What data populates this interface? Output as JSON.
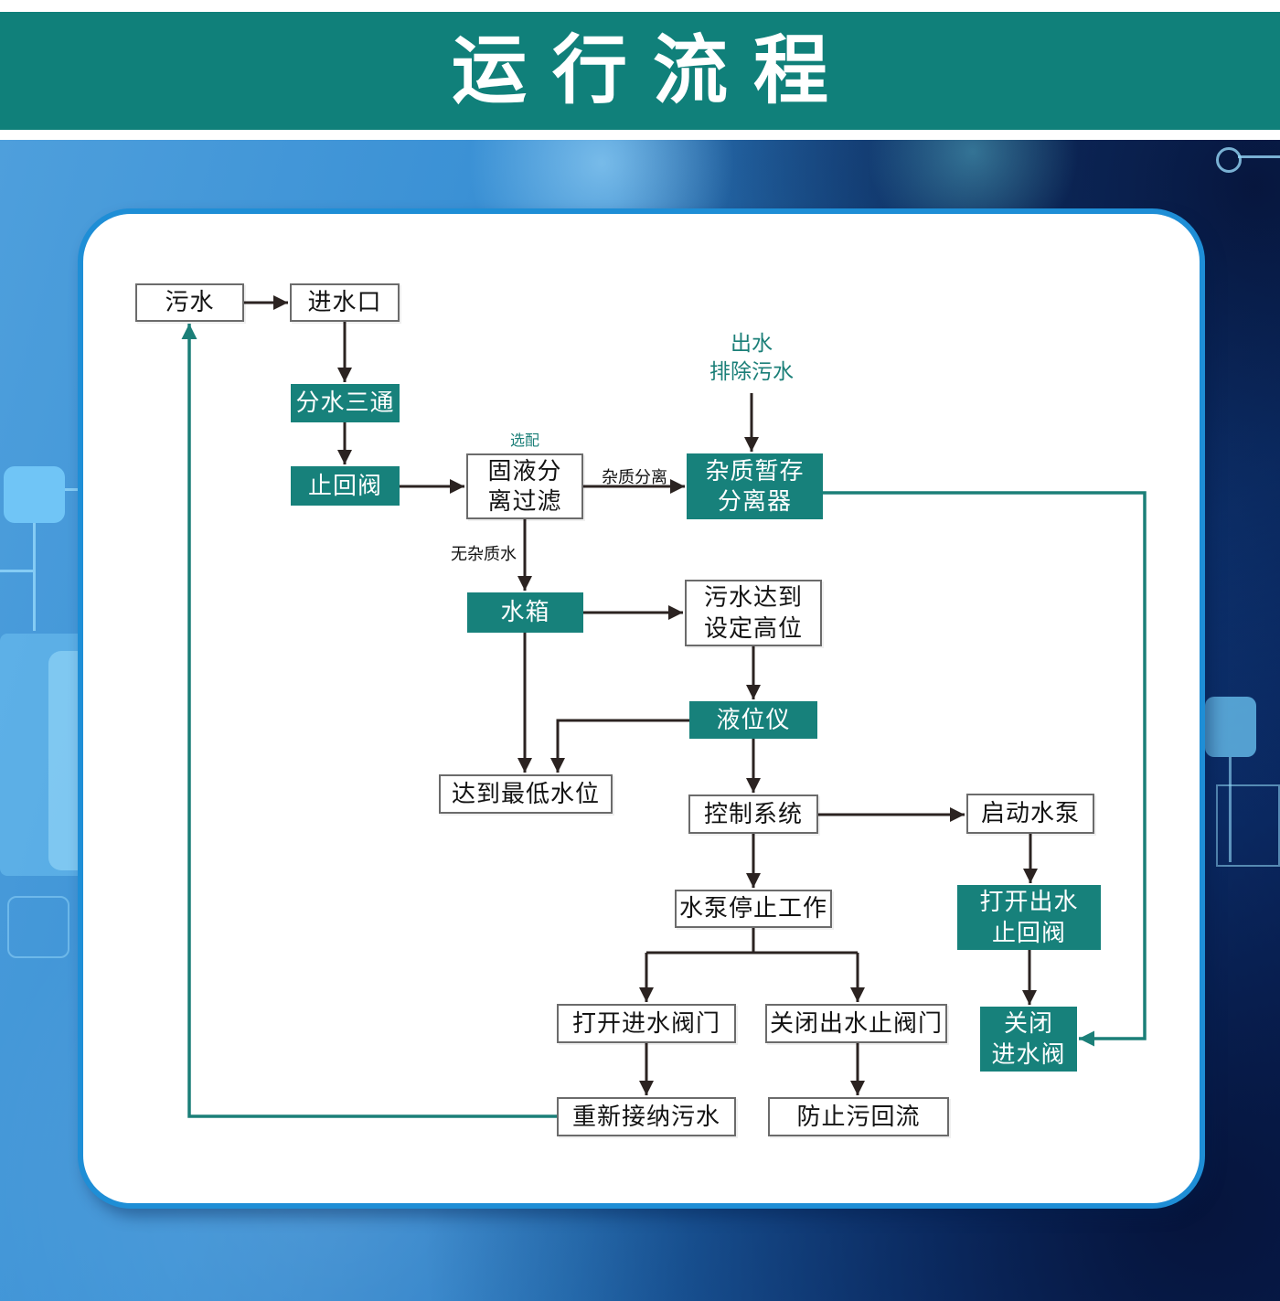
{
  "header": {
    "title": "运行流程"
  },
  "colors": {
    "banner_teal": "#10807A",
    "node_teal": "#17817B",
    "accent_teal": "#1B7F78",
    "arrow_dark": "#2B2321",
    "panel_border_blue": "#1E8ED6"
  },
  "diagram": {
    "nodes": [
      {
        "id": "sewage",
        "label": "污水",
        "type": "white"
      },
      {
        "id": "water-inlet",
        "label": "进水口",
        "type": "white"
      },
      {
        "id": "diverter-tee",
        "label": "分水三通",
        "type": "teal"
      },
      {
        "id": "check-valve",
        "label": "止回阀",
        "type": "teal"
      },
      {
        "id": "solid-liquid-filter",
        "label": "固液分\n离过滤",
        "type": "white"
      },
      {
        "id": "impurity-separator",
        "label": "杂质暂存\n分离器",
        "type": "teal"
      },
      {
        "id": "water-tank",
        "label": "水箱",
        "type": "teal"
      },
      {
        "id": "high-level-reached",
        "label": "污水达到\n设定高位",
        "type": "white"
      },
      {
        "id": "level-gauge",
        "label": "液位仪",
        "type": "teal"
      },
      {
        "id": "lowest-level-reached",
        "label": "达到最低水位",
        "type": "white"
      },
      {
        "id": "control-system",
        "label": "控制系统",
        "type": "white"
      },
      {
        "id": "start-pump",
        "label": "启动水泵",
        "type": "white"
      },
      {
        "id": "open-outlet-check-valve",
        "label": "打开出水\n止回阀",
        "type": "teal"
      },
      {
        "id": "close-inlet-valve",
        "label": "关闭\n进水阀",
        "type": "teal"
      },
      {
        "id": "pump-stops",
        "label": "水泵停止工作",
        "type": "white"
      },
      {
        "id": "open-inlet-valve",
        "label": "打开进水阀门",
        "type": "white"
      },
      {
        "id": "close-outlet-stop-valve",
        "label": "关闭出水止阀门",
        "type": "white"
      },
      {
        "id": "reaccept-sewage",
        "label": "重新接纳污水",
        "type": "white"
      },
      {
        "id": "prevent-backflow",
        "label": "防止污回流",
        "type": "white"
      }
    ],
    "labels": {
      "optional": "选配",
      "outlet": "出水\n排除污水",
      "impurity_separation": "杂质分离",
      "clean_water": "无杂质水"
    }
  }
}
